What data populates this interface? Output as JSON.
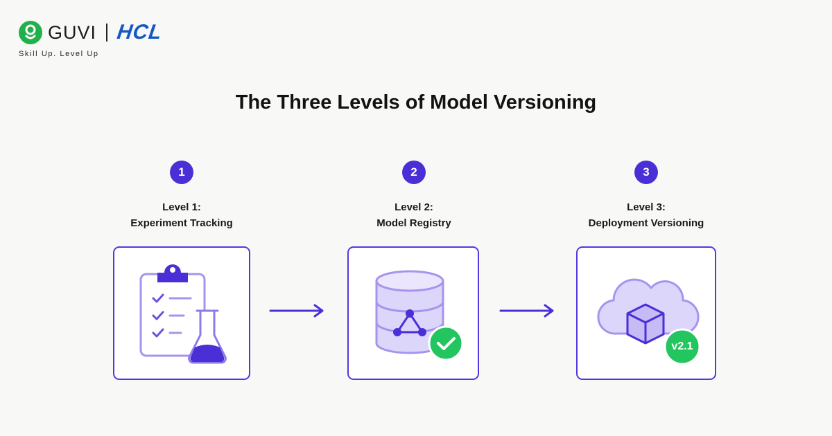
{
  "brand": {
    "guvi": "GUVI",
    "hcl": "HCL",
    "tagline": "Skill Up. Level Up"
  },
  "title": "The Three Levels of Model Versioning",
  "steps": [
    {
      "number": "1",
      "level": "Level 1:",
      "name": "Experiment Tracking",
      "icon": "clipboard-flask-icon"
    },
    {
      "number": "2",
      "level": "Level 2:",
      "name": "Model Registry",
      "icon": "database-check-icon"
    },
    {
      "number": "3",
      "level": "Level 3:",
      "name": "Deployment Versioning",
      "icon": "cloud-cube-icon",
      "version_badge": "v2.1"
    }
  ],
  "colors": {
    "accent": "#4b2fd6",
    "accent_light": "#ddd6fb",
    "success": "#22c55e",
    "guvi_green": "#21b04b",
    "hcl_blue": "#1558c4"
  }
}
